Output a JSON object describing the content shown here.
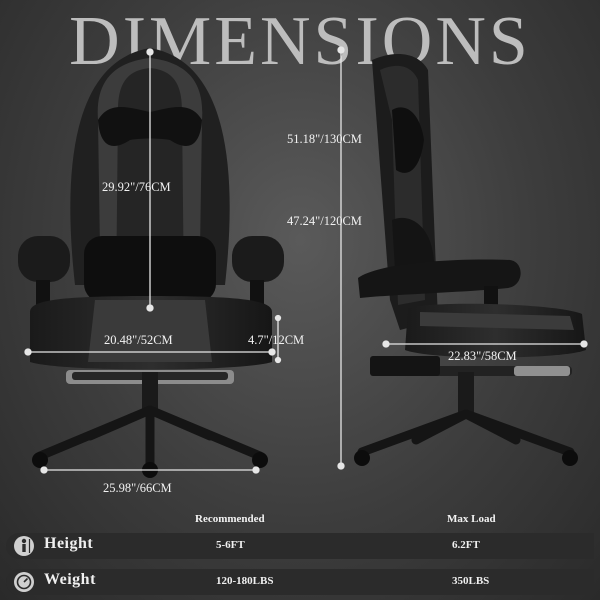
{
  "title": "DIMENSIONS",
  "dimensions": {
    "back_height": "29.92\"/76CM",
    "total_height_max": "51.18\"/130CM",
    "total_height_min": "47.24\"/120CM",
    "seat_width": "20.48\"/52CM",
    "seat_thickness": "4.7\"/12CM",
    "seat_depth": "22.83\"/58CM",
    "base_width": "25.98\"/66CM"
  },
  "specs": {
    "headers": [
      "Recommended",
      "Max Load"
    ],
    "rows": [
      {
        "label": "Height",
        "icon": "person-height-icon",
        "recommended": "5-6FT",
        "max": "6.2FT"
      },
      {
        "label": "Weight",
        "icon": "scale-gauge-icon",
        "recommended": "120-180LBS",
        "max": "350LBS"
      }
    ]
  }
}
